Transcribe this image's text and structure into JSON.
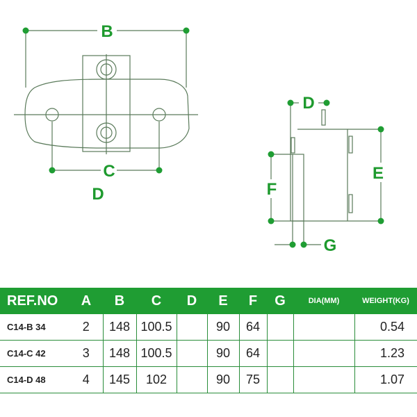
{
  "labels": {
    "b": "B",
    "c": "C",
    "d_front": "D",
    "d_side": "D",
    "e": "E",
    "f": "F",
    "g": "G"
  },
  "colors": {
    "accent": "#1f9d33",
    "line": "#5a7a5a"
  },
  "table": {
    "headers": [
      "REF.NO",
      "A",
      "B",
      "C",
      "D",
      "E",
      "F",
      "G",
      "DIA(MM)",
      "WEIGHT(KG)"
    ],
    "rows": [
      [
        "C14-B 34",
        "2",
        "148",
        "100.5",
        "",
        "90",
        "64",
        "",
        "",
        "0.54"
      ],
      [
        "C14-C 42",
        "3",
        "148",
        "100.5",
        "",
        "90",
        "64",
        "",
        "",
        "1.23"
      ],
      [
        "C14-D 48",
        "4",
        "145",
        "102",
        "",
        "90",
        "75",
        "",
        "",
        "1.07"
      ]
    ]
  }
}
